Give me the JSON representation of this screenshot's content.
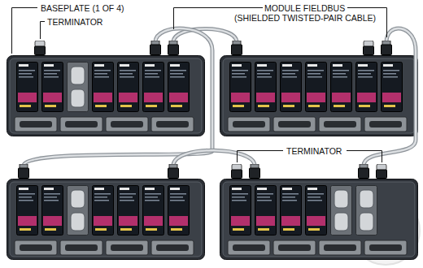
{
  "diagram": {
    "labels": [
      "BASEPLATE (1 OF 4)",
      "TERMINATOR",
      "MODULE FIELDBUS",
      "(SHIELDED TWISTED-PAIR CABLE)",
      "TERMINATOR"
    ]
  }
}
